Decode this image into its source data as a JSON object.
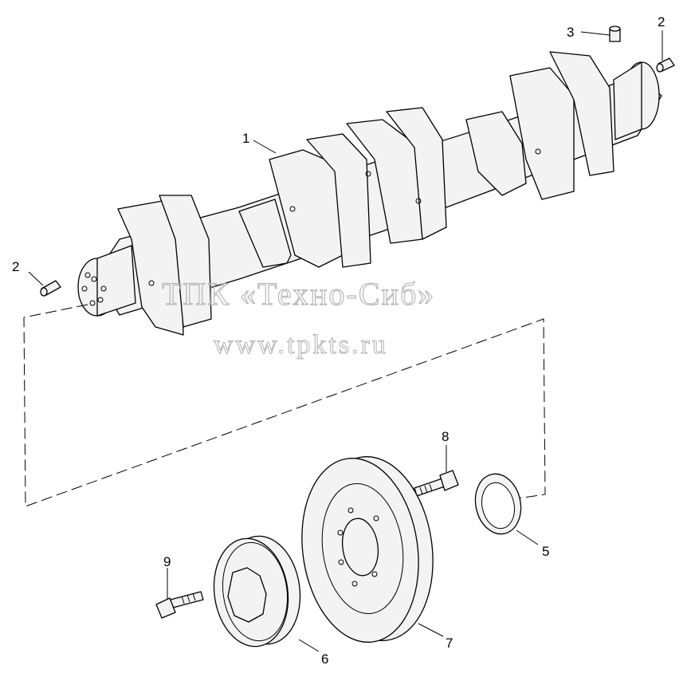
{
  "watermark": {
    "company": "ТПК «Техно-Сиб»",
    "url": "www.tpkts.ru"
  },
  "callouts": [
    {
      "id": "1",
      "label": "1"
    },
    {
      "id": "2a",
      "label": "2"
    },
    {
      "id": "2b",
      "label": "2"
    },
    {
      "id": "3",
      "label": "3"
    },
    {
      "id": "5",
      "label": "5"
    },
    {
      "id": "6",
      "label": "6"
    },
    {
      "id": "7",
      "label": "7"
    },
    {
      "id": "8",
      "label": "8"
    },
    {
      "id": "9",
      "label": "9"
    }
  ]
}
